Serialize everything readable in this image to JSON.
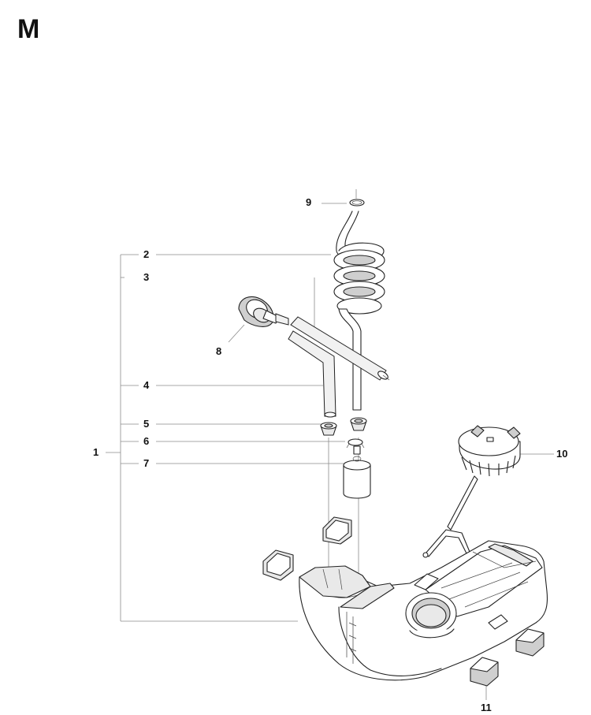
{
  "diagram": {
    "section_letter": "M",
    "callouts": {
      "c1": "1",
      "c2": "2",
      "c3": "3",
      "c4": "4",
      "c5": "5",
      "c6": "6",
      "c7": "7",
      "c8": "8",
      "c9": "9",
      "c10": "10",
      "c11": "11"
    }
  }
}
